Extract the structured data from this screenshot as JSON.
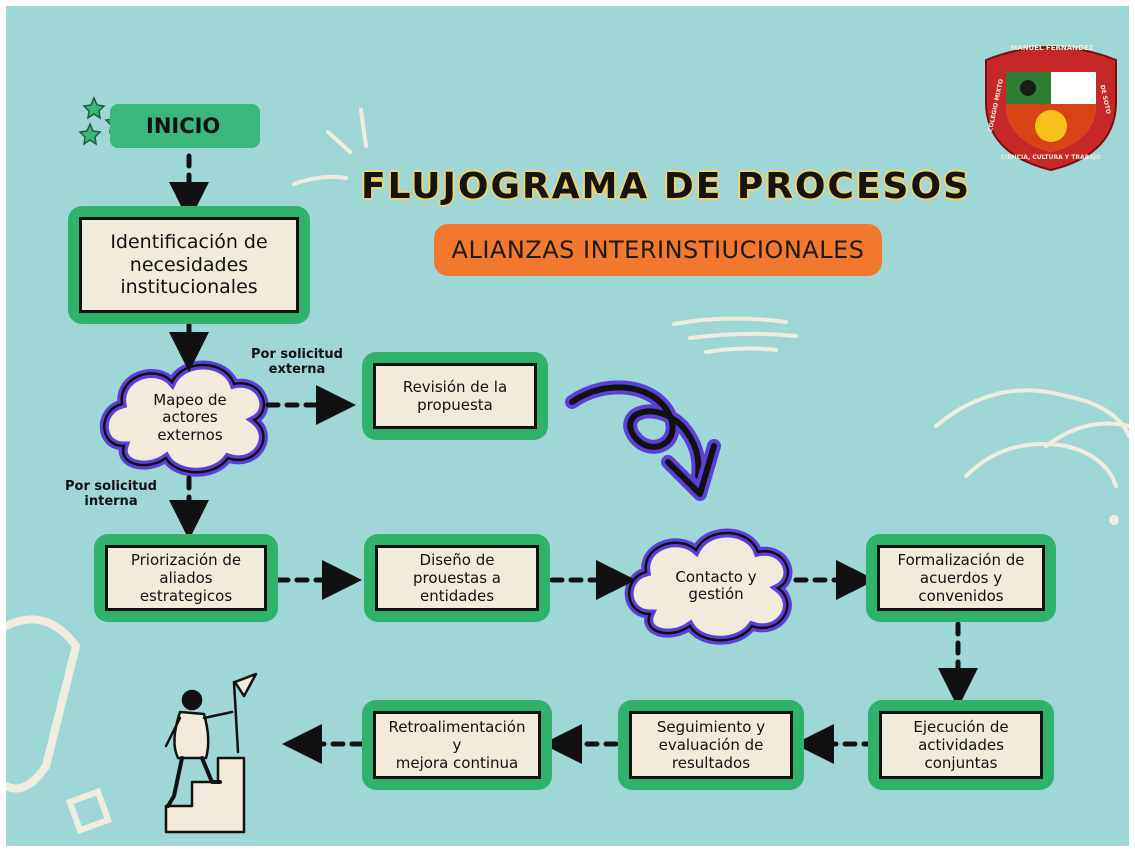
{
  "title": "FLUJOGRAMA DE PROCESOS",
  "subtitle": "ALIANZAS INTERINSTIUCIONALES",
  "start": "INICIO",
  "logo": {
    "top_text": "MANUEL FERNANDEZ",
    "left_text": "COLEGIO MIXTO",
    "right_text": "DE SOTO",
    "bottom_text": "CIENCIA, CULTURA Y TRABAJO",
    "colors": {
      "ring": "#c62828",
      "green": "#2e7d32",
      "white": "#ffffff",
      "sun": "#f6c21a"
    }
  },
  "nodes": {
    "identificacion": "Identificación de\nnecesidades\ninstitucionales",
    "mapeo": "Mapeo de\nactores\nexternos",
    "revision": "Revisión de la\npropuesta",
    "priorizacion": "Priorización de\naliados\nestrategicos",
    "diseno": "Diseño de\nprouestas a\nentidades",
    "contacto": "Contacto y\ngestión",
    "formalizacion": "Formalización de\nacuerdos y\nconvenidos",
    "ejecucion": "Ejecución de\nactividades\nconjuntas",
    "seguimiento": "Seguimiento y\nevaluación de\nresultados",
    "retroalimentacion": "Retroalimentación y\nmejora continua"
  },
  "edges": {
    "externa": "Por solicitud\nexterna",
    "interna": "Por solicitud\ninterna"
  },
  "colors": {
    "background": "#9fd6d6",
    "box_border": "#30b26c",
    "box_fill": "#f2ebdc",
    "cloud_outline": "#5b3fd9",
    "subtitle_bg": "#f2782e",
    "title_outline": "#f1d36a"
  }
}
